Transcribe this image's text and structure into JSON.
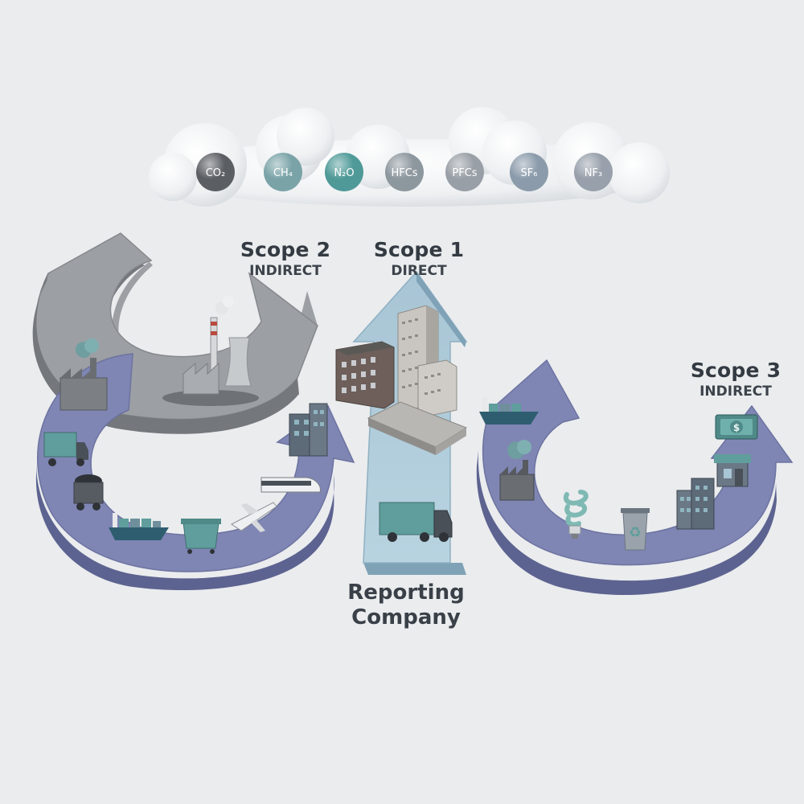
{
  "gases": [
    {
      "label": "CO₂",
      "color": "#5b5f64"
    },
    {
      "label": "CH₄",
      "color": "#7aa3a8"
    },
    {
      "label": "N₂O",
      "color": "#4f9a98"
    },
    {
      "label": "HFCs",
      "color": "#8d979e"
    },
    {
      "label": "PFCs",
      "color": "#999fa6"
    },
    {
      "label": "SF₆",
      "color": "#8b9bab"
    },
    {
      "label": "NF₃",
      "color": "#98a0ab"
    }
  ],
  "scopes": {
    "scope2": {
      "title": "Scope 2",
      "subtitle": "INDIRECT"
    },
    "scope1": {
      "title": "Scope 1",
      "subtitle": "DIRECT"
    },
    "scope3": {
      "title": "Scope 3",
      "subtitle": "INDIRECT"
    }
  },
  "reporting": {
    "line1": "Reporting",
    "line2": "Company"
  },
  "colors": {
    "band_purple": "#7f86b4",
    "band_purple_side": "#5d6390",
    "band_gray": "#9c9fa3",
    "band_gray_side": "#74777c",
    "arrow_blue": "#a9c6d6",
    "arrow_blue_side": "#7fa2b6",
    "accent_teal": "#5f9e9c"
  },
  "icons": {
    "upstream": [
      "factory-icon",
      "truck-icon",
      "coal-cart-icon",
      "cargo-ship-icon",
      "dumpster-icon",
      "airplane-icon",
      "train-icon",
      "office-building-icon"
    ],
    "scope2": [
      "power-plant-icon"
    ],
    "scope1": [
      "office-building-icon",
      "tower-building-icon",
      "warehouse-icon",
      "delivery-truck-icon"
    ],
    "downstream": [
      "cargo-ship-icon",
      "factory-icon",
      "light-bulb-icon",
      "recycle-bin-icon",
      "city-buildings-icon",
      "store-icon",
      "money-icon"
    ]
  }
}
